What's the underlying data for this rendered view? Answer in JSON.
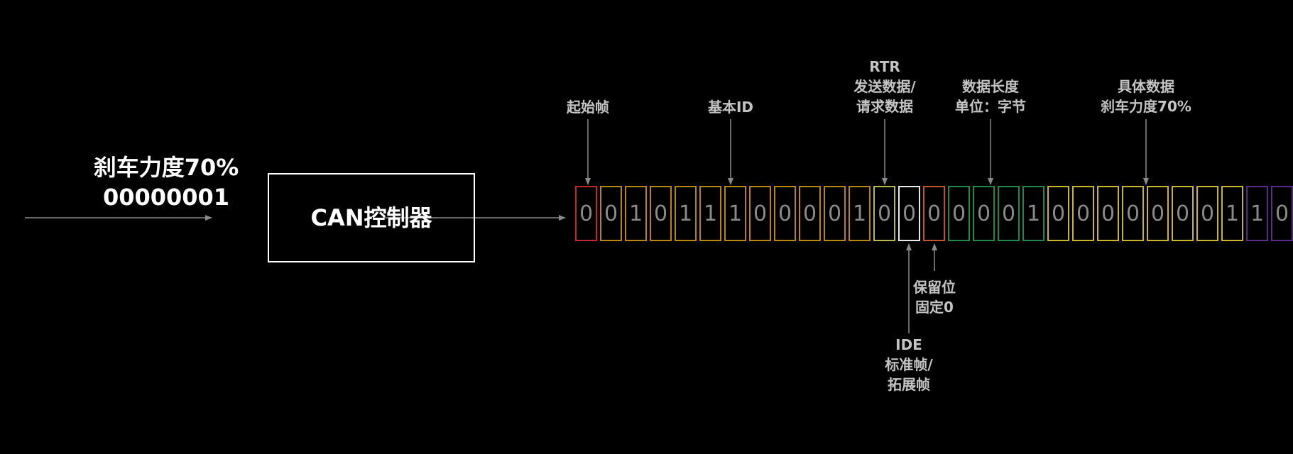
{
  "input": {
    "label": "刹车力度70%",
    "bits": "00000001"
  },
  "controller": {
    "label": "CAN控制器"
  },
  "bits": [
    {
      "value": "0",
      "color": "#c0282a"
    },
    {
      "value": "0",
      "color": "#b8860b"
    },
    {
      "value": "1",
      "color": "#b8860b"
    },
    {
      "value": "0",
      "color": "#b8860b"
    },
    {
      "value": "1",
      "color": "#b8860b"
    },
    {
      "value": "1",
      "color": "#b8860b"
    },
    {
      "value": "1",
      "color": "#b8860b"
    },
    {
      "value": "0",
      "color": "#b8860b"
    },
    {
      "value": "0",
      "color": "#b8860b"
    },
    {
      "value": "0",
      "color": "#b8860b"
    },
    {
      "value": "0",
      "color": "#b8860b"
    },
    {
      "value": "1",
      "color": "#b8860b"
    },
    {
      "value": "0",
      "color": "#b8b850"
    },
    {
      "value": "0",
      "color": "#e8e8e8"
    },
    {
      "value": "0",
      "color": "#c0542a"
    },
    {
      "value": "0",
      "color": "#1f8a4c"
    },
    {
      "value": "0",
      "color": "#1f8a4c"
    },
    {
      "value": "0",
      "color": "#1f8a4c"
    },
    {
      "value": "1",
      "color": "#1f8a4c"
    },
    {
      "value": "0",
      "color": "#c9b52a"
    },
    {
      "value": "0",
      "color": "#c9b52a"
    },
    {
      "value": "0",
      "color": "#c9b52a"
    },
    {
      "value": "0",
      "color": "#c9b52a"
    },
    {
      "value": "0",
      "color": "#c9b52a"
    },
    {
      "value": "0",
      "color": "#c9b52a"
    },
    {
      "value": "0",
      "color": "#c9b52a"
    },
    {
      "value": "1",
      "color": "#c9b52a"
    },
    {
      "value": "1",
      "color": "#5a2a8a"
    },
    {
      "value": "0",
      "color": "#5a2a8a"
    }
  ],
  "labels": {
    "sof": [
      "起始帧"
    ],
    "base_id": [
      "基本ID"
    ],
    "rtr": [
      "RTR",
      "发送数据/",
      "请求数据"
    ],
    "dlc": [
      "数据长度",
      "单位：字节"
    ],
    "data": [
      "具体数据",
      "刹车力度70%"
    ],
    "reserved": [
      "保留位",
      "固定0"
    ],
    "ide": [
      "IDE",
      "标准帧/",
      "拓展帧"
    ]
  },
  "colors": {
    "background": "#000000",
    "text": "#ffffff",
    "arrow": "#8a8a8a",
    "label": "#c4c4c4"
  }
}
